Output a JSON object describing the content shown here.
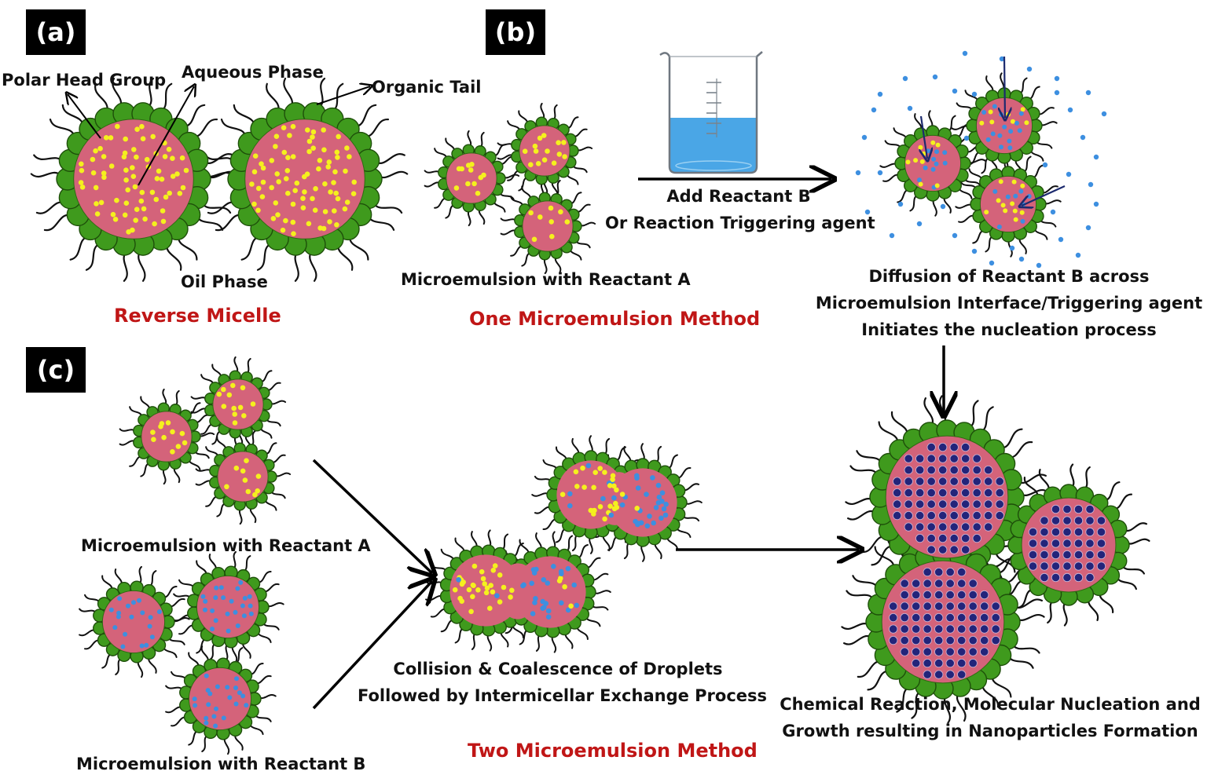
{
  "panels": {
    "a": "(a)",
    "b": "(b)",
    "c": "(c)"
  },
  "labels": {
    "polar_head_group": "Polar Head Group",
    "aqueous_phase": "Aqueous Phase",
    "organic_tail": "Organic Tail",
    "oil_phase": "Oil Phase",
    "reverse_micelle": "Reverse Micelle",
    "microemulsion_a_b": "Microemulsion with Reactant A",
    "add_reactant_line1": "Add Reactant B",
    "add_reactant_line2": "Or Reaction Triggering agent",
    "one_method": "One Microemulsion Method",
    "diffusion_line1": "Diffusion of Reactant B across",
    "diffusion_line2": "Microemulsion Interface/Triggering agent",
    "diffusion_line3": "Initiates the nucleation process",
    "microemulsion_a_c": "Microemulsion with Reactant A",
    "microemulsion_b_c": "Microemulsion with Reactant B",
    "collision_line1": "Collision & Coalescence of Droplets",
    "collision_line2": "Followed by Intermicellar Exchange Process",
    "two_method": "Two Microemulsion Method",
    "chemical_line1": "Chemical Reaction, Molecular Nucleation and",
    "chemical_line2": "Growth resulting in Nanoparticles Formation"
  },
  "colors": {
    "core": "#d4637a",
    "shell": "#3f9a1d",
    "shell_stroke": "#1e4f0a",
    "reactant_a": "#f5f01e",
    "reactant_b": "#3d8fe0",
    "nanoparticle": "#23247a",
    "water": "#4aa6e6",
    "title_red": "#c01616"
  }
}
